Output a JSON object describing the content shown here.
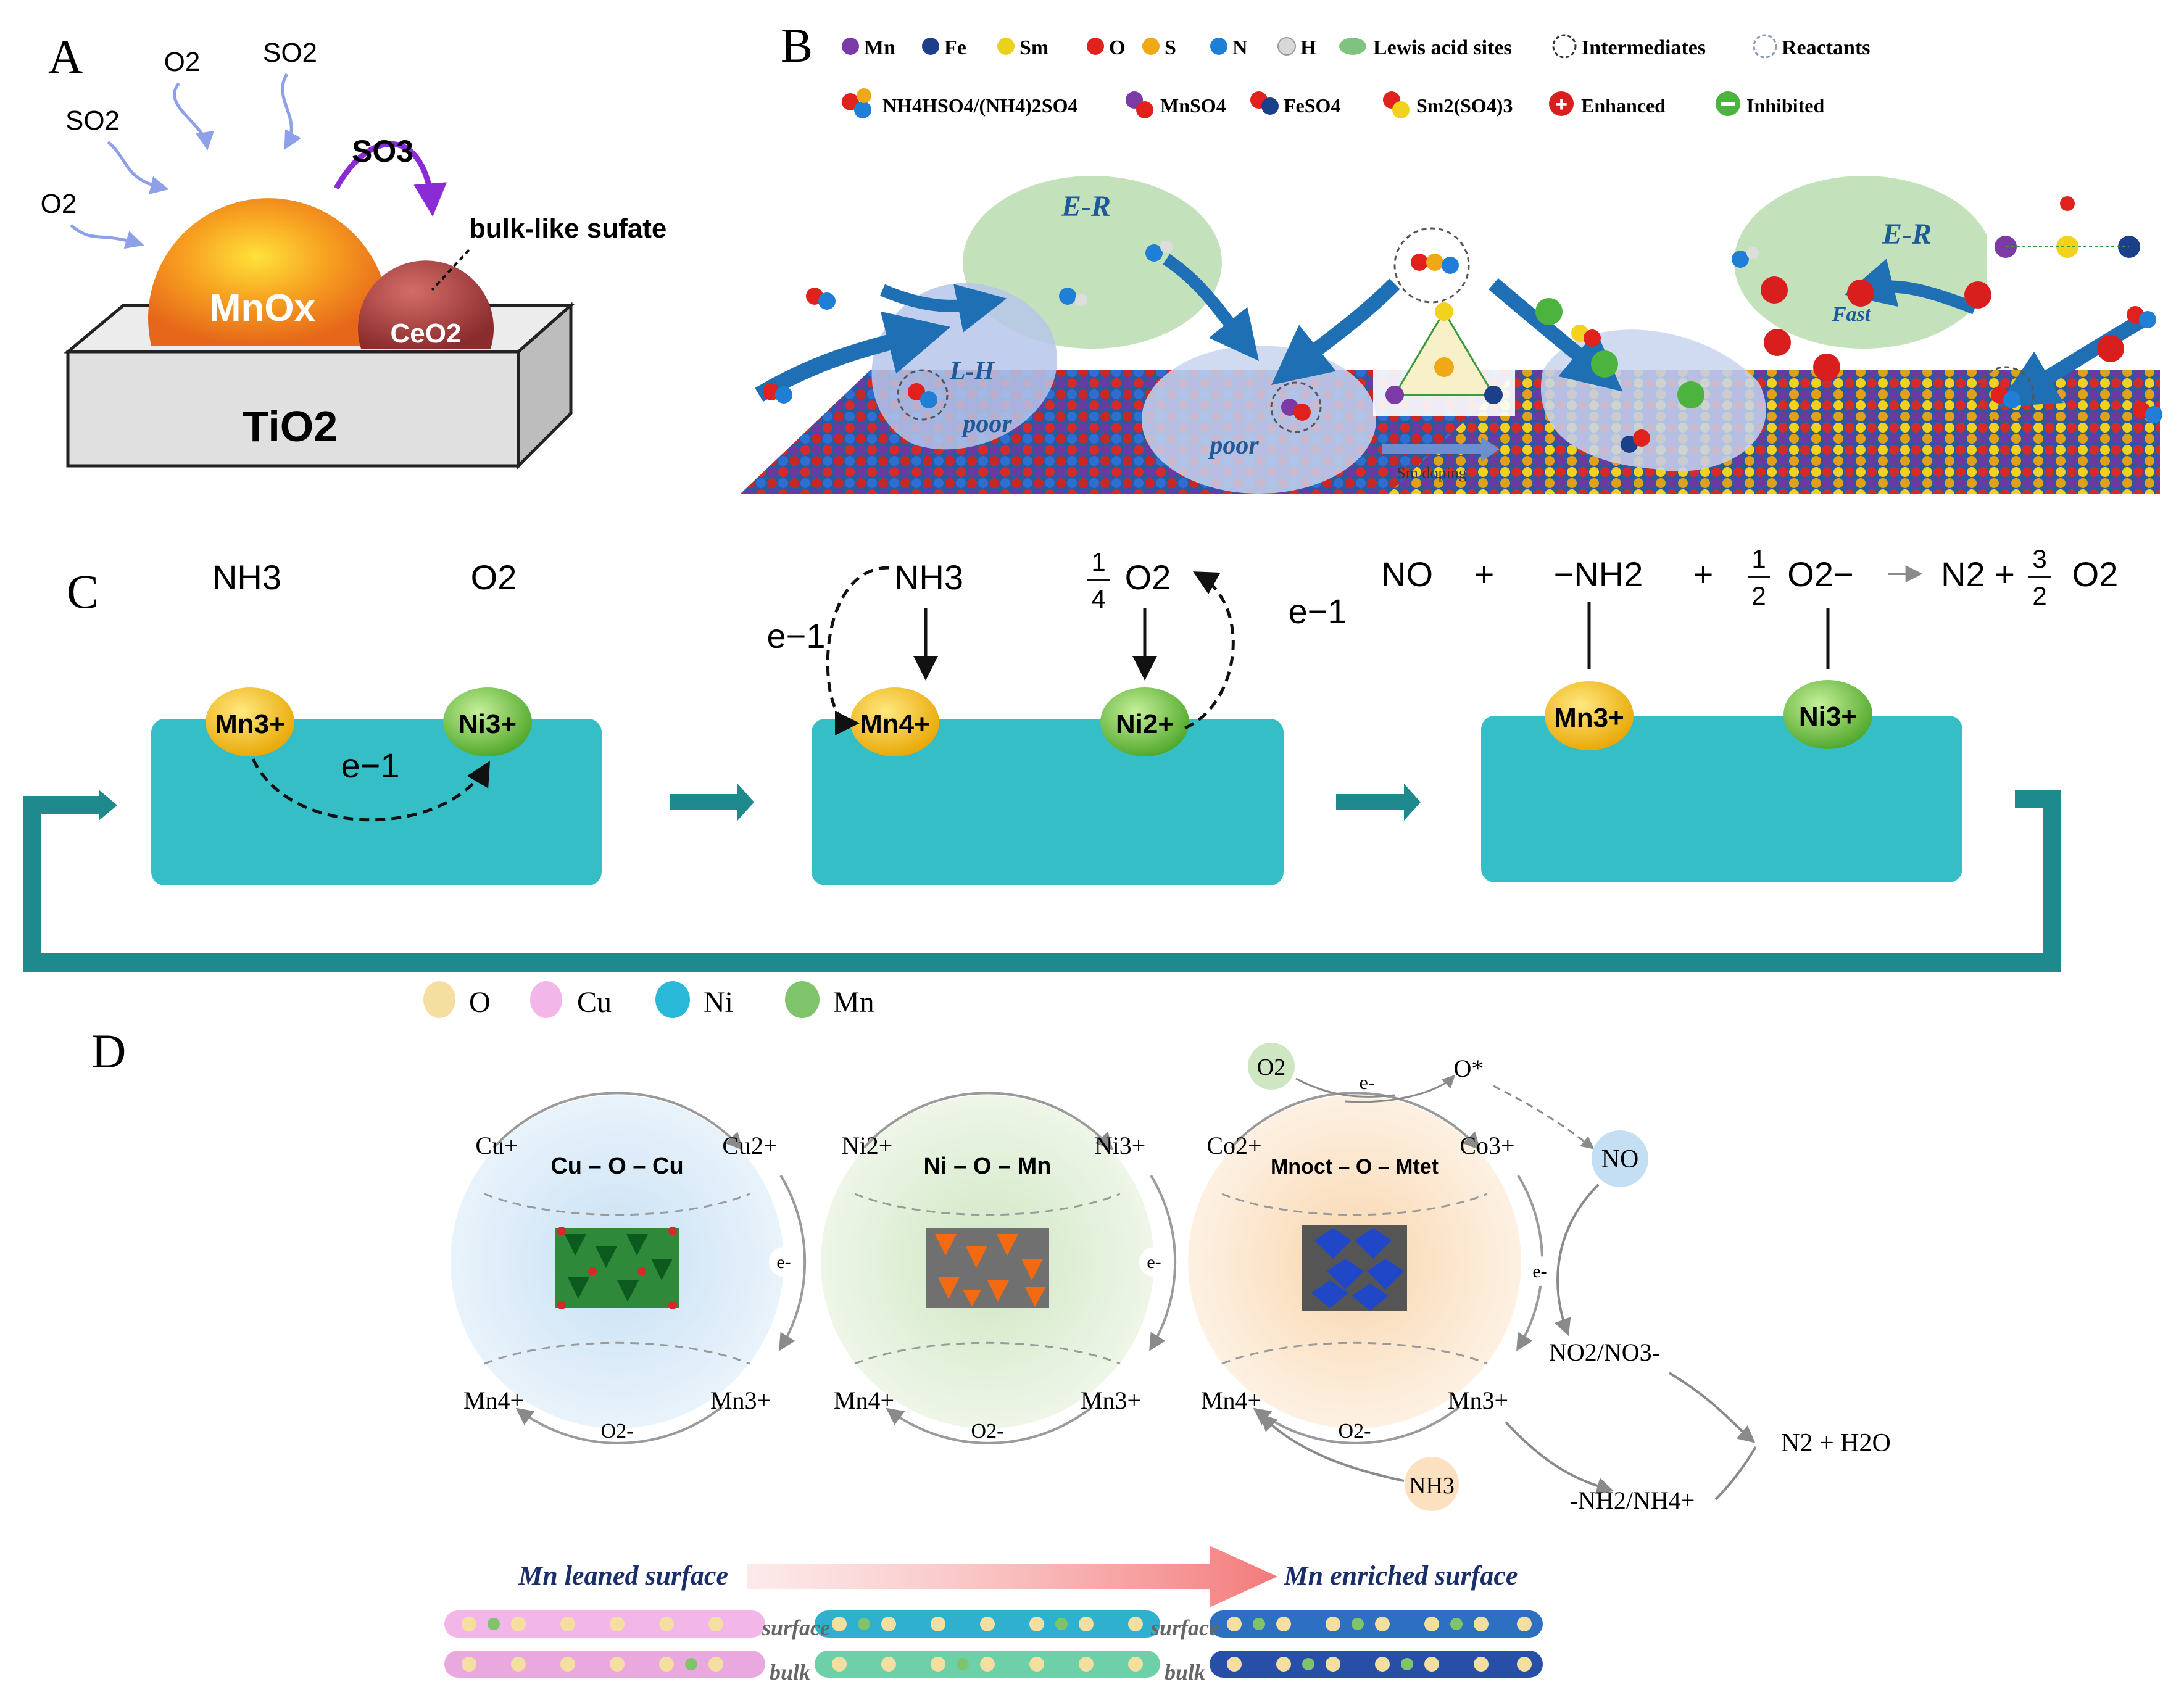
{
  "colors": {
    "teal_box": "#35bec6",
    "teal_arrow": "#1e8a8e",
    "mn_orange": "#f07a1c",
    "ceo2_red": "#b84c4a",
    "tio2_gray": "#dcdcdc",
    "mn_yellow": "#f4c216",
    "ni_green": "#74c63c",
    "lattice_blue": "#3a7ec9",
    "purple_arrow": "#8b2bd6",
    "pink_arrow": "#f58a8a"
  },
  "panel_a": {
    "label": "A",
    "gases": [
      "O2",
      "SO2",
      "SO2",
      "O2"
    ],
    "so3_label": "SO3",
    "bulk_label": "bulk-like sufate",
    "mnox_label": "MnOx",
    "ceo2_label": "CeO2",
    "support_label": "TiO2"
  },
  "panel_b": {
    "label": "B",
    "legend_row1": [
      {
        "text": "Mn",
        "color": "#7b3aa6"
      },
      {
        "text": "Fe",
        "color": "#1c3f8a"
      },
      {
        "text": "Sm",
        "color": "#e8d21e"
      },
      {
        "text": "O",
        "color": "#e0211c"
      },
      {
        "text": "S",
        "color": "#f0a817"
      },
      {
        "text": "N",
        "color": "#1f7fd6"
      },
      {
        "text": "H",
        "color": "#d8d8d8"
      },
      {
        "text": "Lewis acid sites",
        "color": "#4aa84a"
      },
      {
        "text": "Intermediates",
        "color": "#333333"
      },
      {
        "text": "Reactants",
        "color": "#8899bb"
      }
    ],
    "legend_row2": [
      {
        "text": "NH4HSO4/(NH4)2SO4"
      },
      {
        "text": "MnSO4"
      },
      {
        "text": "FeSO4"
      },
      {
        "text": "Sm2(SO4)3"
      },
      {
        "text": "Enhanced"
      },
      {
        "text": "Inhibited"
      }
    ],
    "er_left": "E-R",
    "lh_label": "L-H",
    "poor1": "poor",
    "poor2": "poor",
    "sm_doping": "Sm doping",
    "er_right": "E-R",
    "fast": "Fast"
  },
  "panel_c": {
    "label": "C",
    "s1_nh3": "NH3",
    "s1_o2": "O2",
    "s1_mn": "Mn3+",
    "s1_ni": "Ni3+",
    "s1_e": "e−1",
    "s2_nh3": "NH3",
    "s2_frac_num": "1",
    "s2_frac_den": "4",
    "s2_o2": "O2",
    "s2_e_left": "e−1",
    "s2_e_right": "e−1",
    "s2_mn": "Mn4+",
    "s2_ni": "Ni2+",
    "s3_eq_no": "NO",
    "s3_eq_plus1": "+",
    "s3_eq_nh2": "−NH2",
    "s3_eq_plus2": "+",
    "s3_eq_half_num": "1",
    "s3_eq_half_den": "2",
    "s3_eq_o2m": "O2−",
    "s3_eq_n2": "N2 +",
    "s3_eq_32_num": "3",
    "s3_eq_32_den": "2",
    "s3_eq_o2": "O2",
    "s3_mn": "Mn3+",
    "s3_ni": "Ni3+"
  },
  "panel_d": {
    "label": "D",
    "legend": [
      {
        "text": "O",
        "color": "#f4dfa0"
      },
      {
        "text": "Cu",
        "color": "#f2b6e8"
      },
      {
        "text": "Ni",
        "color": "#29b8d8"
      },
      {
        "text": "Mn",
        "color": "#7fc46a"
      }
    ],
    "circle1": {
      "tl": "Cu+",
      "tr": "Cu2+",
      "bond": "Cu – O – Cu",
      "bl": "Mn4+",
      "br": "Mn3+",
      "bottom": "O2-",
      "right_e": "e-",
      "bg": "#d7e9f7"
    },
    "circle2": {
      "tl": "Ni2+",
      "tr": "Ni3+",
      "bond": "Ni – O – Mn",
      "bl": "Mn4+",
      "br": "Mn3+",
      "bottom": "O2-",
      "right_e": "e-",
      "bg": "#e1efd9"
    },
    "circle3": {
      "tl": "Co2+",
      "tr": "Co3+",
      "bond": "Mnoct – O – Mtet",
      "bl": "Mn4+",
      "br": "Mn3+",
      "bottom": "O2-",
      "right_e": "e-",
      "bg": "#fbe6cf"
    },
    "o2": "O2",
    "top_e": "e-",
    "o_star": "O*",
    "no": "NO",
    "no2_no3": "NO2/NO3-",
    "nh2_nh4": "-NH2/NH4+",
    "n2_h2o": "N2 + H2O",
    "nh3": "NH3",
    "mn_leaned": "Mn leaned surface",
    "mn_enriched": "Mn enriched surface",
    "surface1": "surface",
    "surface2": "surface",
    "bulk1": "bulk",
    "bulk2": "bulk"
  }
}
